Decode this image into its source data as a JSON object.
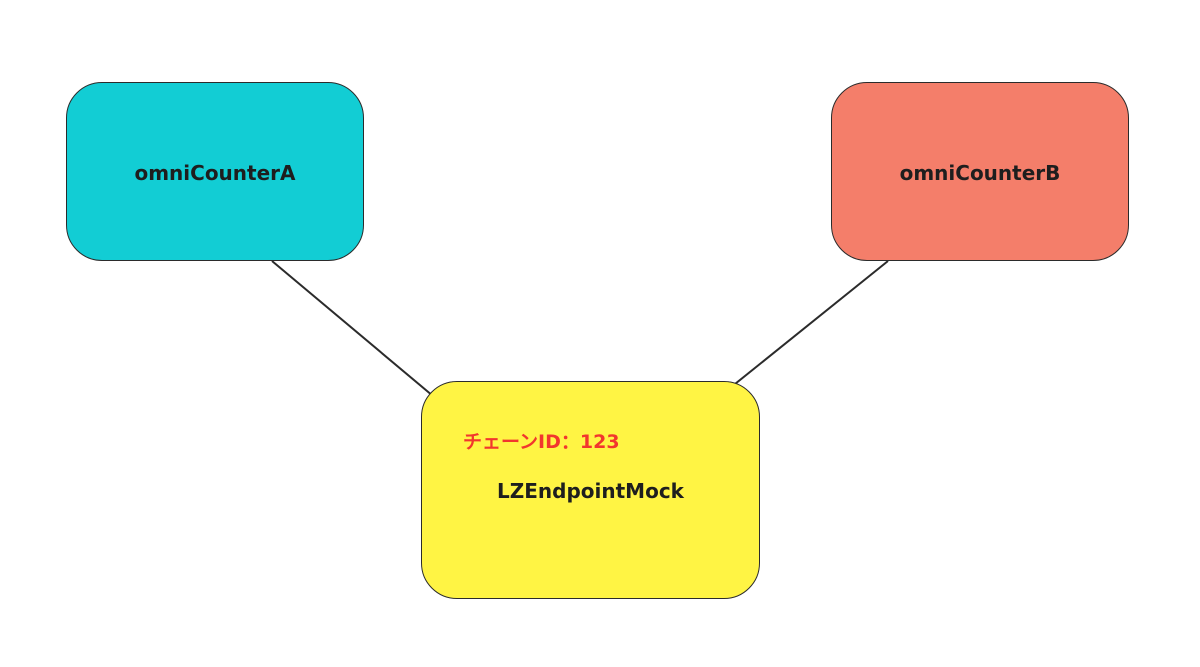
{
  "colors": {
    "node_a_fill": "#12CDD4",
    "node_b_fill": "#F47E6A",
    "node_c_fill": "#FFF444",
    "note_text": "#F2362D",
    "edge": "#2b2b2b"
  },
  "nodes": {
    "node_a": {
      "label": "omniCounterA"
    },
    "node_b": {
      "label": "omniCounterB"
    },
    "node_c": {
      "label": "LZEndpointMock",
      "note": "チェーンID：123"
    }
  },
  "edges": [
    {
      "from": "node_a",
      "to": "node_c"
    },
    {
      "from": "node_b",
      "to": "node_c"
    }
  ]
}
